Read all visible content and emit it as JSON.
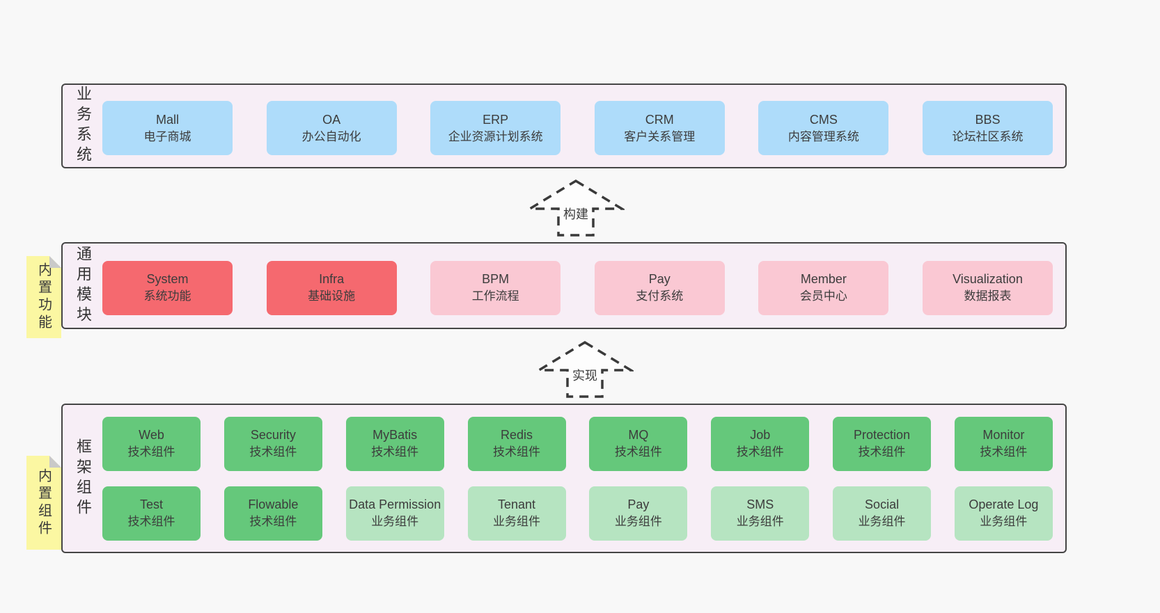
{
  "colors": {
    "page_bg": "#f8f8f8",
    "layer_bg": "#f7eef6",
    "layer_border": "#454545",
    "blue": "#aedcfa",
    "red": "#f5696f",
    "pink": "#fac8d3",
    "green": "#65c87b",
    "light_green": "#b6e4c1",
    "sticky_yellow": "#fbf7a2",
    "sticky_fold": "#c9c9c9",
    "text": "#3c3c3c",
    "arrow": "#3a3a3a"
  },
  "layers": {
    "business": {
      "label": "业务系统",
      "boxes": [
        {
          "title": "Mall",
          "subtitle": "电子商城",
          "color": "blue"
        },
        {
          "title": "OA",
          "subtitle": "办公自动化",
          "color": "blue"
        },
        {
          "title": "ERP",
          "subtitle": "企业资源计划系统",
          "color": "blue"
        },
        {
          "title": "CRM",
          "subtitle": "客户关系管理",
          "color": "blue"
        },
        {
          "title": "CMS",
          "subtitle": "内容管理系统",
          "color": "blue"
        },
        {
          "title": "BBS",
          "subtitle": "论坛社区系统",
          "color": "blue"
        }
      ]
    },
    "modules": {
      "label": "通用模块",
      "sticky": "内置功能",
      "boxes": [
        {
          "title": "System",
          "subtitle": "系统功能",
          "color": "red"
        },
        {
          "title": "Infra",
          "subtitle": "基础设施",
          "color": "red"
        },
        {
          "title": "BPM",
          "subtitle": "工作流程",
          "color": "pink"
        },
        {
          "title": "Pay",
          "subtitle": "支付系统",
          "color": "pink"
        },
        {
          "title": "Member",
          "subtitle": "会员中心",
          "color": "pink"
        },
        {
          "title": "Visualization",
          "subtitle": "数据报表",
          "color": "pink"
        }
      ]
    },
    "framework": {
      "label": "框架组件",
      "sticky": "内置组件",
      "row1": [
        {
          "title": "Web",
          "subtitle": "技术组件",
          "color": "green"
        },
        {
          "title": "Security",
          "subtitle": "技术组件",
          "color": "green"
        },
        {
          "title": "MyBatis",
          "subtitle": "技术组件",
          "color": "green"
        },
        {
          "title": "Redis",
          "subtitle": "技术组件",
          "color": "green"
        },
        {
          "title": "MQ",
          "subtitle": "技术组件",
          "color": "green"
        },
        {
          "title": "Job",
          "subtitle": "技术组件",
          "color": "green"
        },
        {
          "title": "Protection",
          "subtitle": "技术组件",
          "color": "green"
        },
        {
          "title": "Monitor",
          "subtitle": "技术组件",
          "color": "green"
        }
      ],
      "row2": [
        {
          "title": "Test",
          "subtitle": "技术组件",
          "color": "green"
        },
        {
          "title": "Flowable",
          "subtitle": "技术组件",
          "color": "green"
        },
        {
          "title": "Data Permission",
          "subtitle": "业务组件",
          "color": "light_green"
        },
        {
          "title": "Tenant",
          "subtitle": "业务组件",
          "color": "light_green"
        },
        {
          "title": "Pay",
          "subtitle": "业务组件",
          "color": "light_green"
        },
        {
          "title": "SMS",
          "subtitle": "业务组件",
          "color": "light_green"
        },
        {
          "title": "Social",
          "subtitle": "业务组件",
          "color": "light_green"
        },
        {
          "title": "Operate Log",
          "subtitle": "业务组件",
          "color": "light_green"
        }
      ]
    }
  },
  "arrows": {
    "build": {
      "label": "构建",
      "direction": "up"
    },
    "implement": {
      "label": "实现",
      "direction": "up"
    }
  }
}
